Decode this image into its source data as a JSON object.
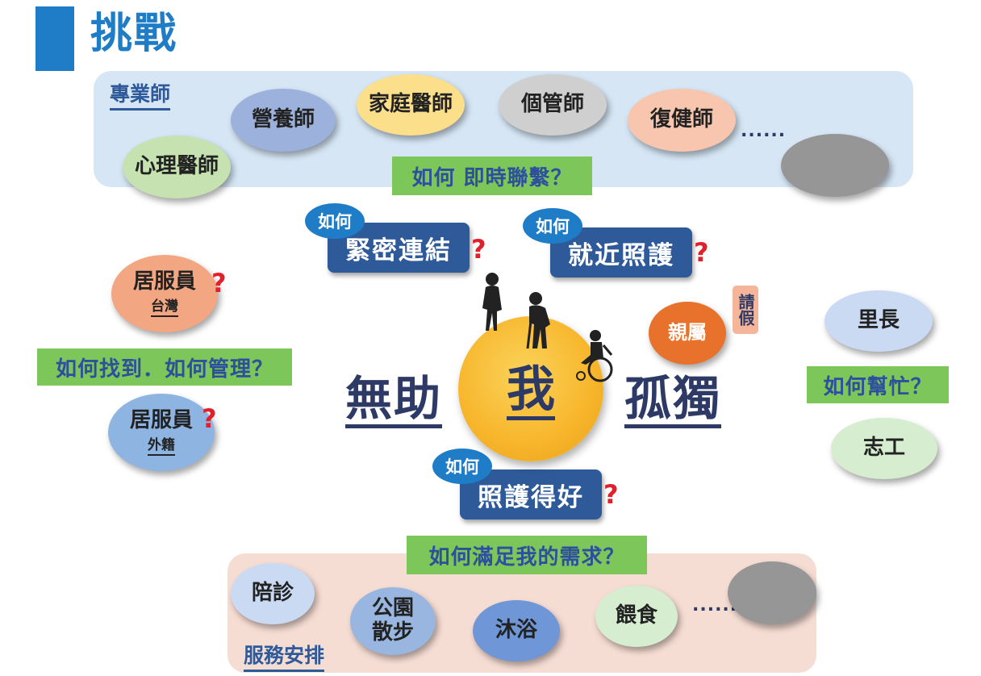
{
  "title": "挑戰",
  "professionals": {
    "label": "專業師",
    "items": [
      "營養師",
      "家庭醫師",
      "個管師",
      "復健師",
      "心理醫師"
    ],
    "ellipsis": "......",
    "question": "如何 即時聯繫？"
  },
  "center": {
    "me": "我",
    "left_word": "無助",
    "right_word": "孤獨",
    "prefix": "如何",
    "q_close": "緊密連結",
    "q_near": "就近照護",
    "q_well": "照護得好",
    "qmark": "?"
  },
  "family": {
    "label": "親屬",
    "leave_tag": "請假"
  },
  "caregivers": {
    "taiwan": {
      "main": "居服員",
      "sub": "台灣"
    },
    "foreign": {
      "main": "居服員",
      "sub": "外籍"
    },
    "question": "如何找到．如何管理？"
  },
  "community": {
    "items": [
      "里長",
      "志工"
    ],
    "question": "如何幫忙？"
  },
  "services": {
    "label": "服務安排",
    "items": [
      "陪診",
      "公園散步",
      "沐浴",
      "餵食"
    ],
    "ellipsis": "......",
    "question": "如何滿足我的需求？"
  },
  "colors": {
    "blue_panel": "#d6e6f5",
    "peach_panel": "#f6ddd4",
    "green_box": "#7cc65a",
    "navy_box": "#2e5a9a",
    "accent_blue": "#1f7cc7",
    "question_red": "#e0202a",
    "sun_yellow": "#f7b52b"
  }
}
